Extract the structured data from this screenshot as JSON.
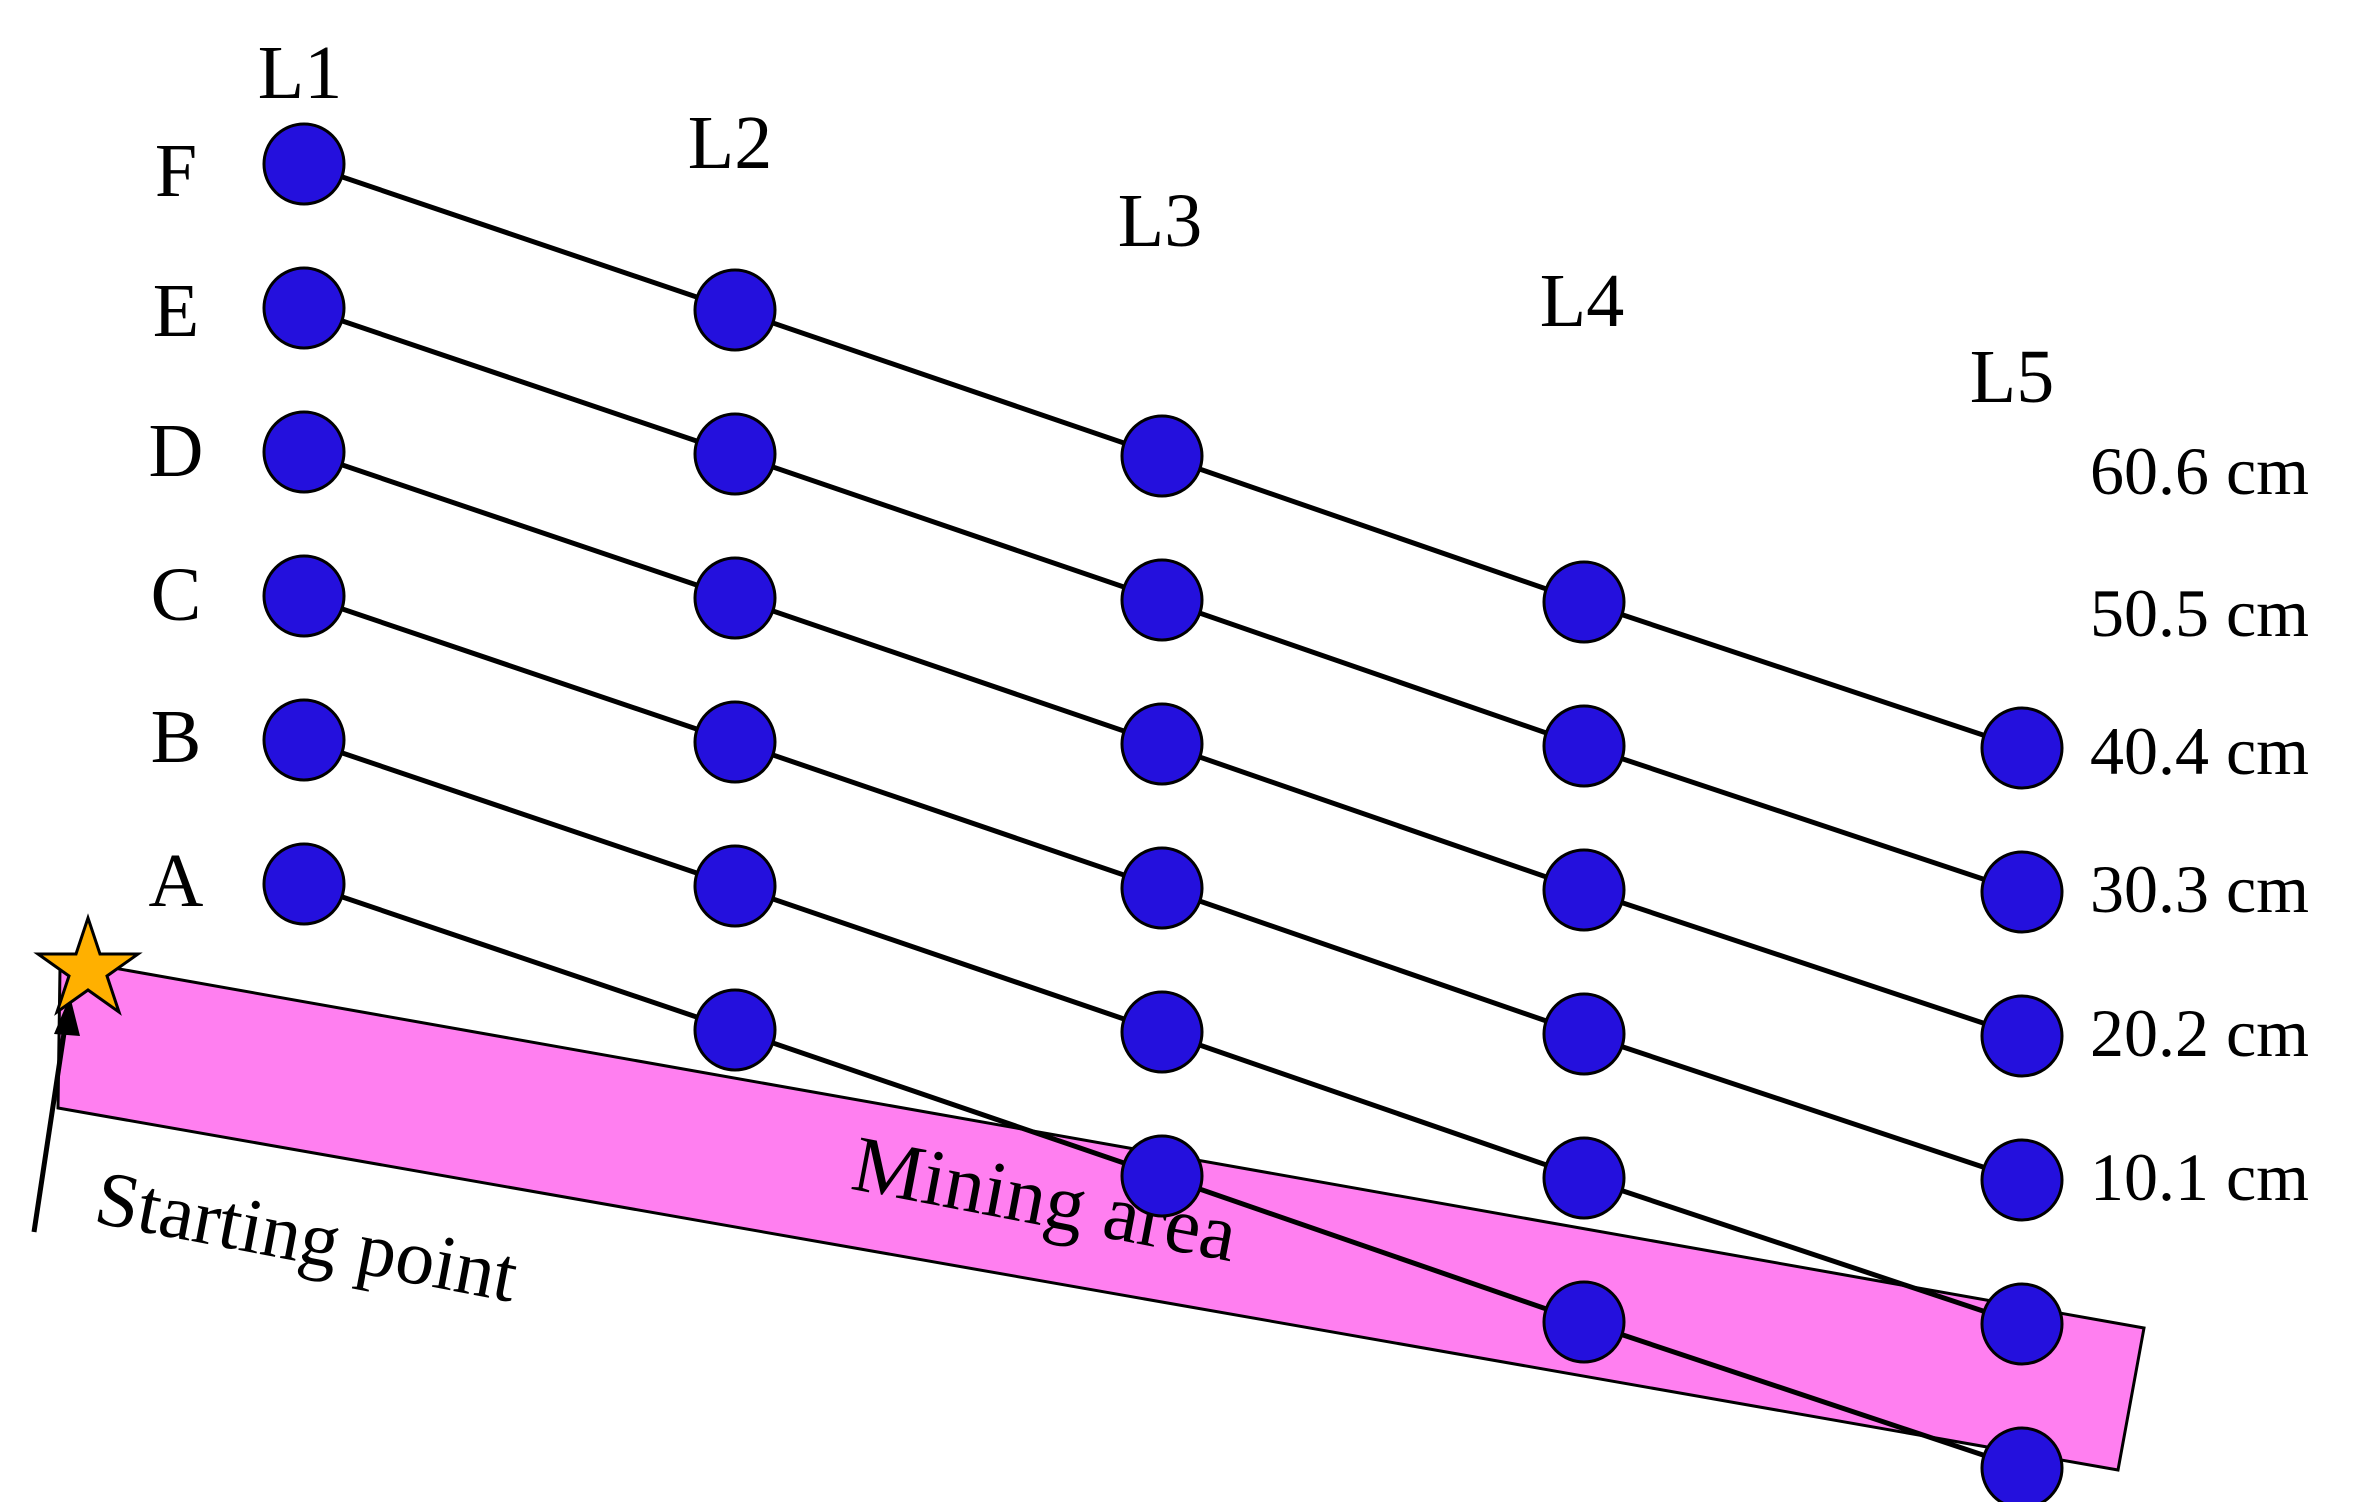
{
  "columns": [
    "L1",
    "L2",
    "L3",
    "L4",
    "L5"
  ],
  "rows": [
    "A",
    "B",
    "C",
    "D",
    "E",
    "F"
  ],
  "distances": [
    "10.1 cm",
    "20.2 cm",
    "30.3 cm",
    "40.4 cm",
    "50.5 cm",
    "60.6 cm"
  ],
  "mining_area_label": "Mining area",
  "starting_point_label": "Starting point",
  "colors": {
    "node_fill": "#2410dd",
    "node_stroke": "#000000",
    "line": "#000000",
    "mining_area": "#ff7ff0",
    "star": "#ffb000"
  }
}
